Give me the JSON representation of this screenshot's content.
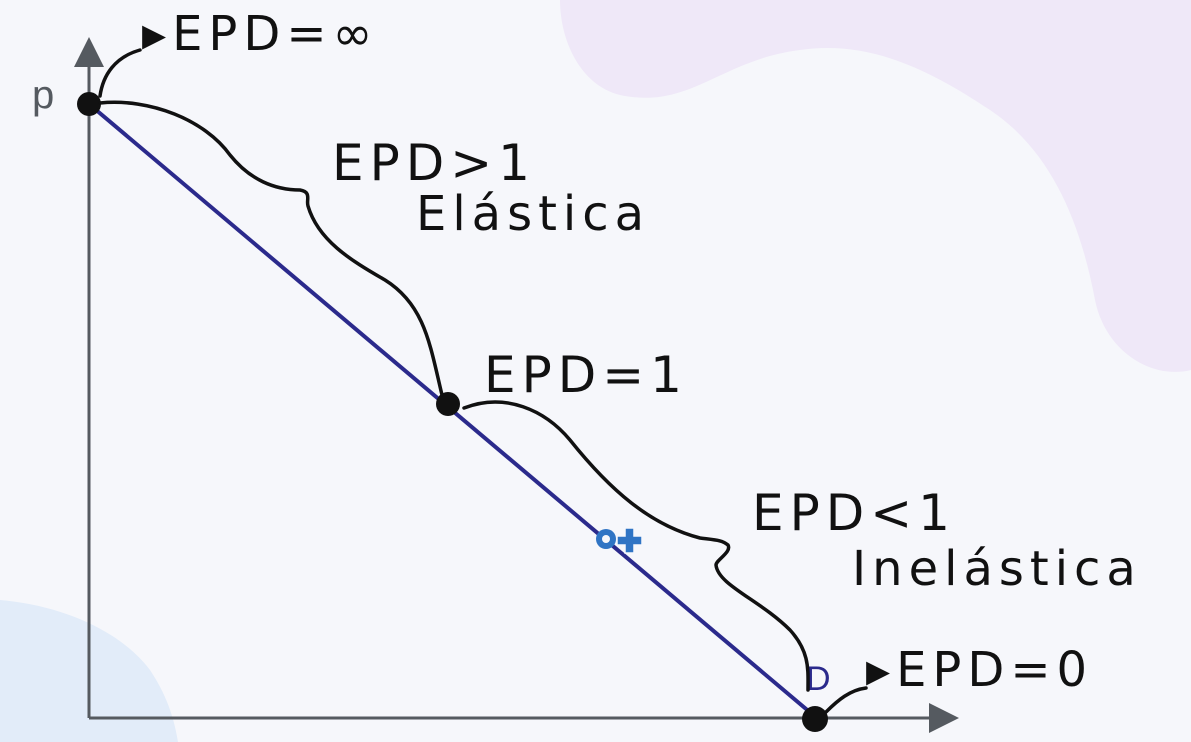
{
  "diagram": {
    "axis_y_label": "p",
    "curve_label": "D",
    "annotations": {
      "top": "▸EPD=∞",
      "elastic_value": "EPD>1",
      "elastic_word": "Elástica",
      "unit": "EPD=1",
      "inelastic_value": "EPD<1",
      "inelastic_word": "Inelástica",
      "bottom": "▸EPD=0"
    },
    "colors": {
      "background": "#f6f7fb",
      "demand_line": "#2b2a8c",
      "axes": "#555a60",
      "ink": "#111111",
      "cursor": "#2f74c4",
      "blob_lavender": "#efe8f8",
      "blob_blue": "#e2ecf9"
    },
    "cursor_icon": "move-cursor-icon"
  }
}
